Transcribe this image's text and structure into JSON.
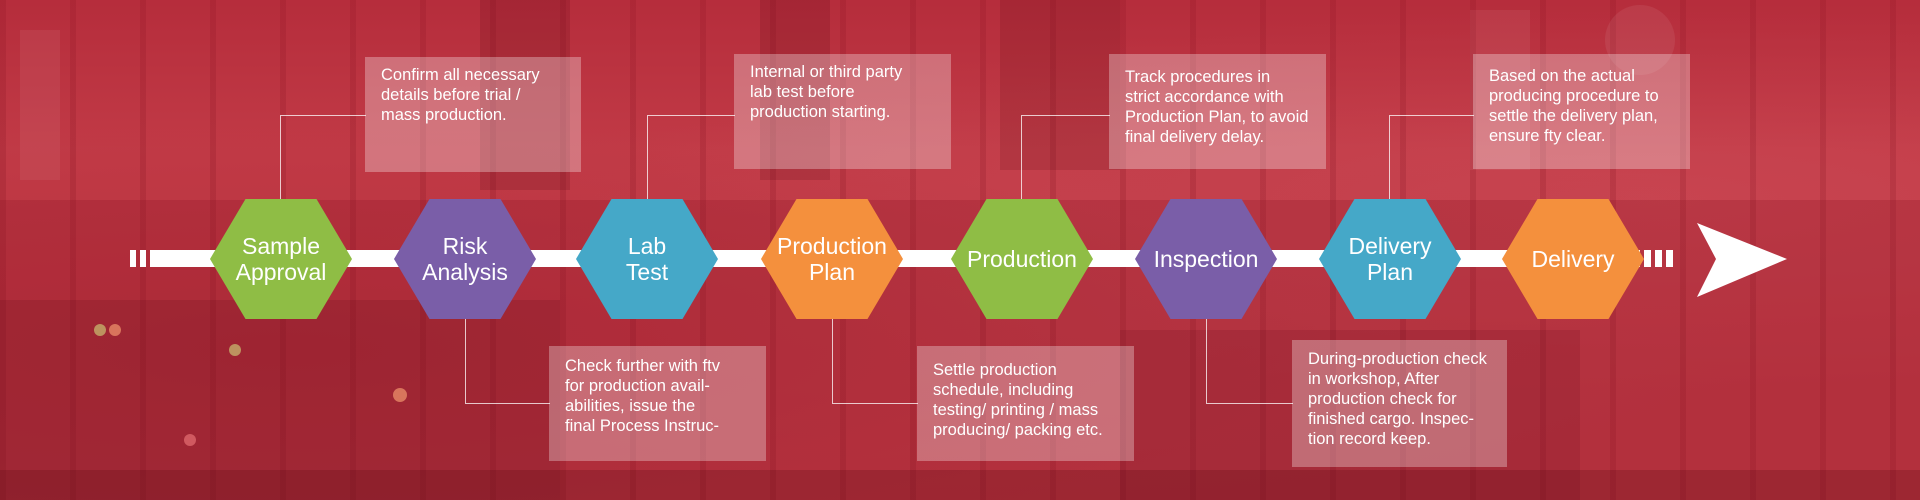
{
  "steps": [
    {
      "label": "Sample\nApproval",
      "color": "#8fbd45"
    },
    {
      "label": "Risk\nAnalysis",
      "color": "#7a5ea8"
    },
    {
      "label": "Lab\nTest",
      "color": "#45a8c8"
    },
    {
      "label": "Production\nPlan",
      "color": "#f4903d"
    },
    {
      "label": "Production",
      "color": "#8fbd45"
    },
    {
      "label": "Inspection",
      "color": "#7a5ea8"
    },
    {
      "label": "Delivery\nPlan",
      "color": "#45a8c8"
    },
    {
      "label": "Delivery",
      "color": "#f4903d"
    }
  ],
  "notes_top": [
    "Confirm all necessary\ndetails before trial /\nmass production.",
    "Internal or third party\nlab test before\nproduction starting.",
    "Track procedures in\nstrict accordance with\nProduction Plan, to avoid\nfinal delivery delay.",
    "Based on the actual\nproducing procedure to\nsettle the delivery plan,\nensure fty clear."
  ],
  "notes_bottom": [
    "Check further with ftv\nfor production avail-\nabilities, issue the\nfinal Process Instruc-",
    "Settle production\nschedule, including\ntesting/ printing / mass\nproducing/ packing etc.",
    "During-production check\nin workshop, After\nproduction check for\nfinished cargo. Inspec-\ntion record keep."
  ]
}
